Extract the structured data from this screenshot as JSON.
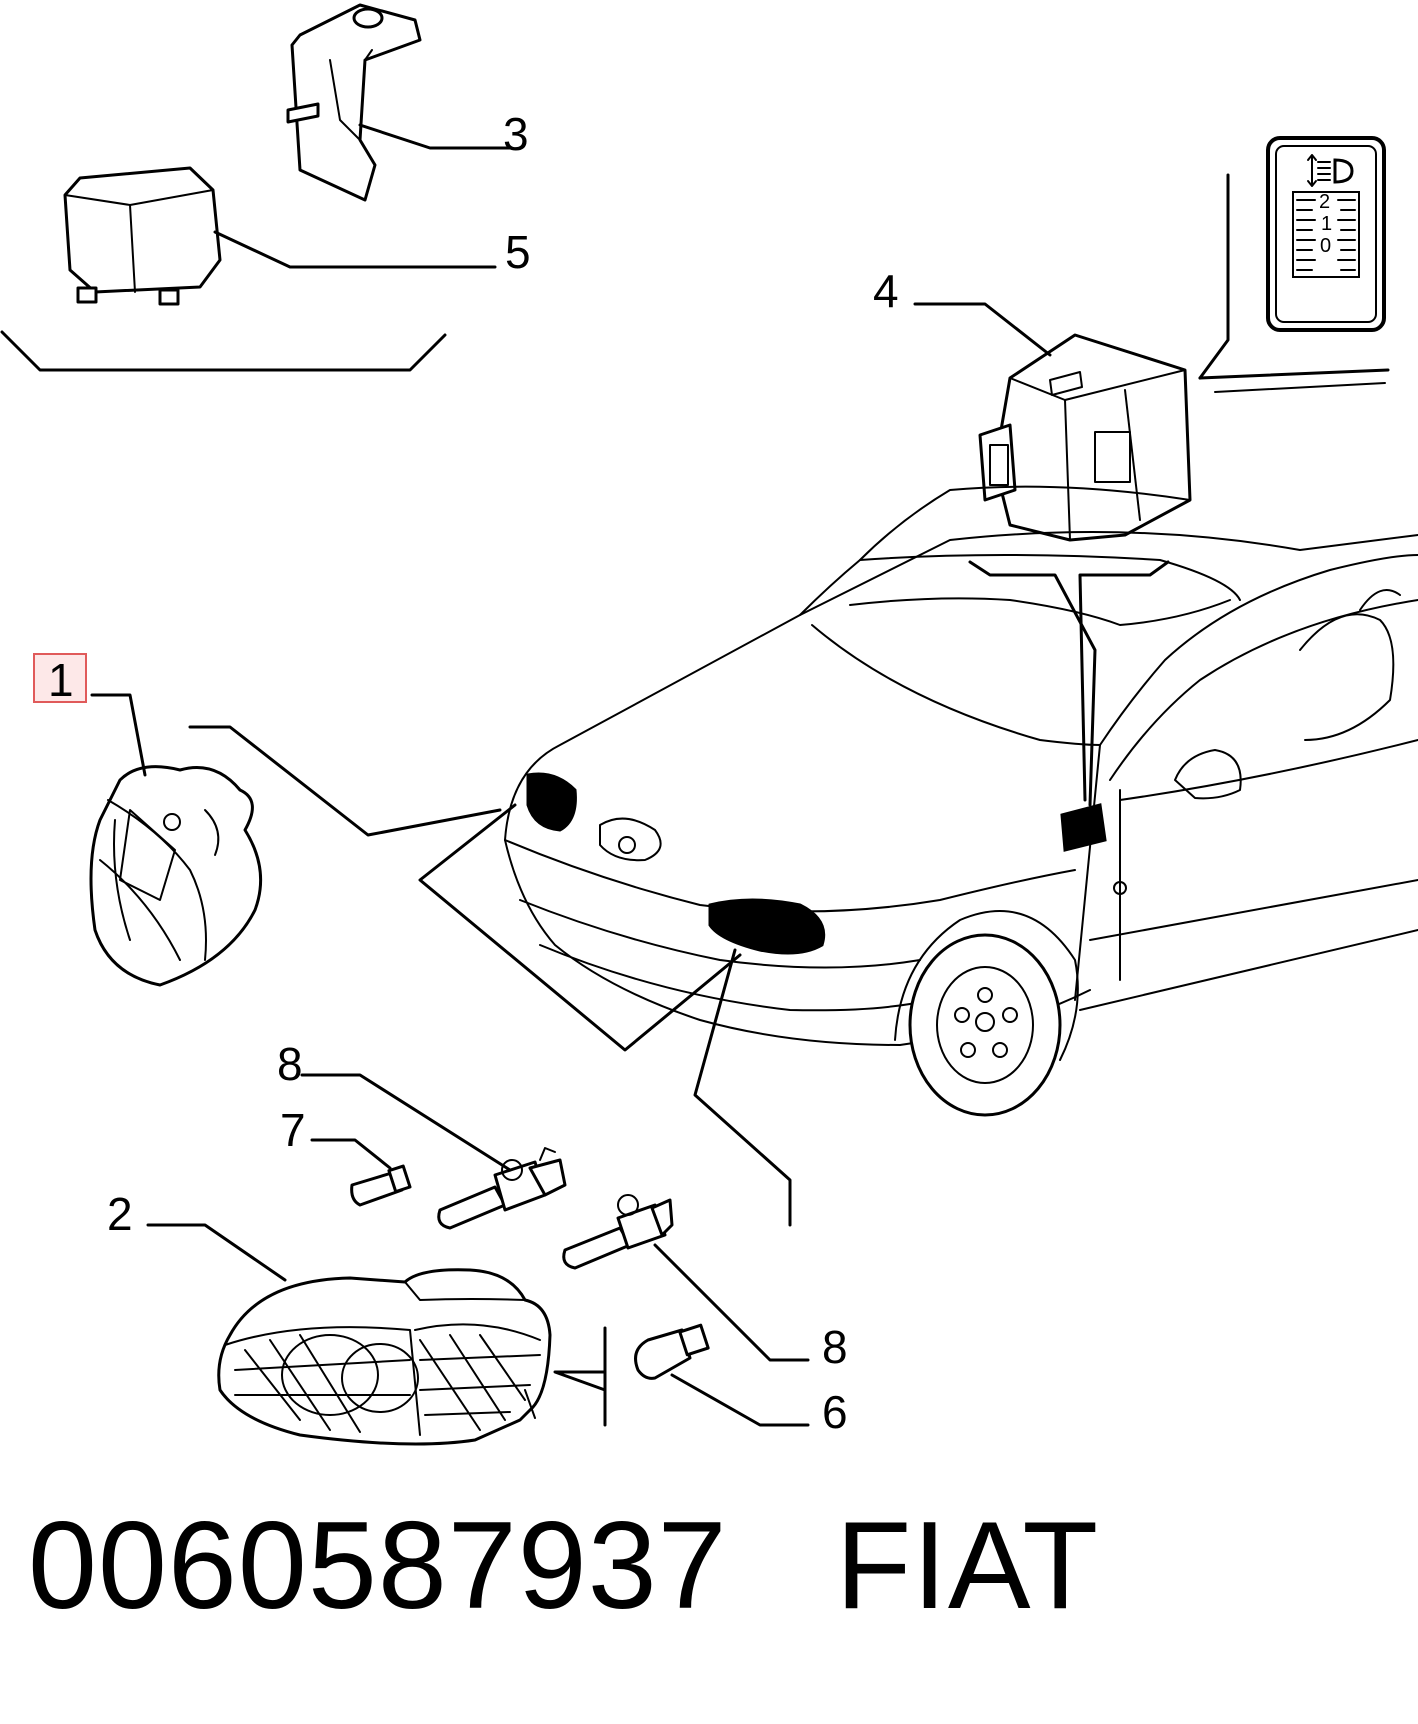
{
  "callouts": {
    "c1": "1",
    "c2": "2",
    "c3": "3",
    "c4": "4",
    "c5": "5",
    "c6": "6",
    "c7": "7",
    "c8a": "8",
    "c8b": "8"
  },
  "switch_scale": {
    "top": "2",
    "mid": "1",
    "bottom": "0"
  },
  "footer": {
    "part_number": "0060587937",
    "brand": "FIAT"
  },
  "highlighted_callout": "1"
}
